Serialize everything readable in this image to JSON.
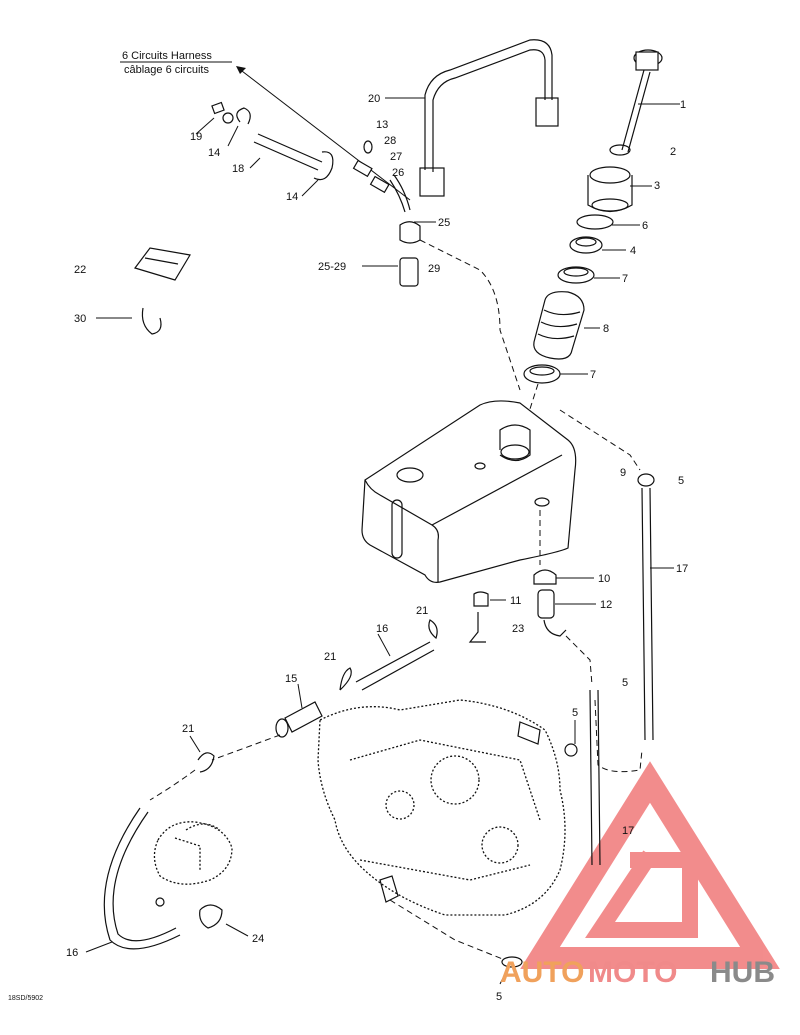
{
  "harness": {
    "line1": "6 Circuits Harness",
    "line2": "câblage 6 circuits"
  },
  "callouts": {
    "c1": "1",
    "c2": "2",
    "c3": "3",
    "c4": "4",
    "c5a": "5",
    "c5b": "5",
    "c5c": "5",
    "c5d": "5",
    "c6": "6",
    "c7a": "7",
    "c7b": "7",
    "c8": "8",
    "c9": "9",
    "c10": "10",
    "c11": "11",
    "c12": "12",
    "c13": "13",
    "c14a": "14",
    "c14b": "14",
    "c15": "15",
    "c16a": "16",
    "c16b": "16",
    "c17a": "17",
    "c17b": "17",
    "c18": "18",
    "c19": "19",
    "c20": "20",
    "c21a": "21",
    "c21b": "21",
    "c21c": "21",
    "c22": "22",
    "c23": "23",
    "c24": "24",
    "c25": "25",
    "c2529": "25-29",
    "c26": "26",
    "c27": "27",
    "c28": "28",
    "c29": "29",
    "c30": "30"
  },
  "figure_code": "18SD/5902",
  "watermark": {
    "auto": "AUTO",
    "moto": "MOTO",
    "hub": "HUB",
    "colors": {
      "auto": "#f0a15c",
      "moto": "#f08a8a",
      "hub": "#8a8a8a",
      "triangle": "#f07070"
    }
  }
}
